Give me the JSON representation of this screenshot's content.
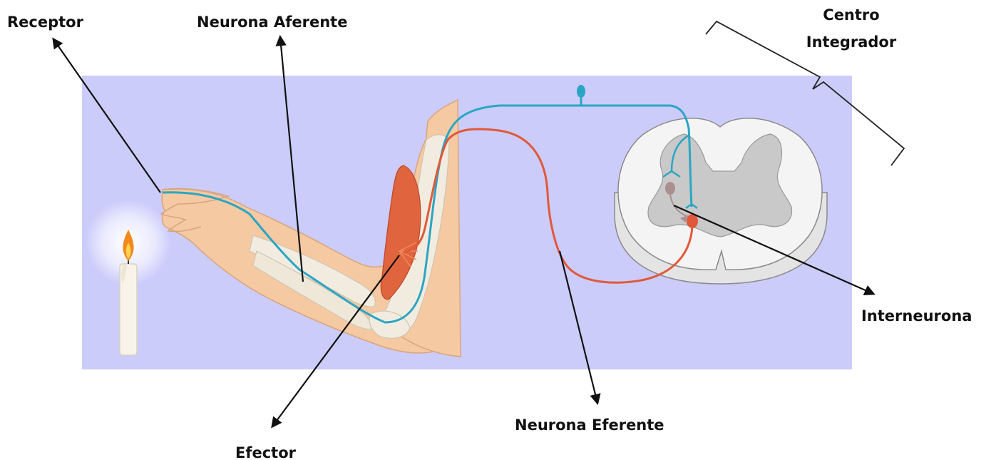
{
  "labels": {
    "receptor": "Receptor",
    "neurona_aferente": "Neurona Aferente",
    "centro_integrador_line1": "Centro",
    "centro_integrador_line2": "Integrador",
    "interneurona": "Interneurona",
    "neurona_eferente": "Neurona Eferente",
    "efector": "Efector"
  },
  "colors": {
    "panel": "#ccccfb",
    "afferent": "#2aa6c4",
    "efferent": "#e0593a",
    "skin": "#f5c9a2",
    "bone": "#f2ece0",
    "muscle": "#e0653f",
    "spinal_white": "#f4f4f4",
    "spinal_gray": "#c9c9c9",
    "candle_flame": "#f08a1e"
  }
}
